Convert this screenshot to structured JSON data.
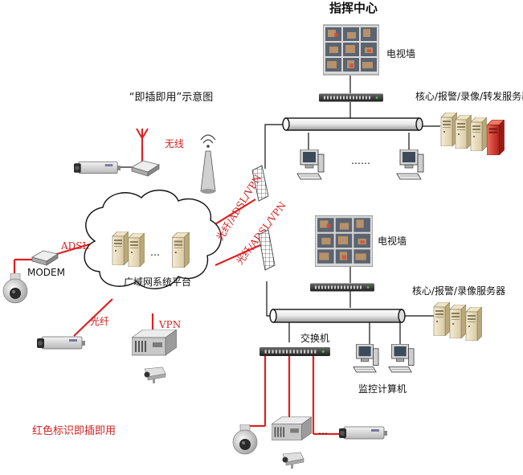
{
  "title": "指挥中心",
  "subtitle": "“即插即用”示意图",
  "legend_note": "红色标识即插即用",
  "labels": {
    "video_wall_top": "电视墙",
    "servers_top": "核心/报警/录像/转发服务器",
    "wireless": "无线",
    "link_top": "光纤/ADSL/VPN",
    "link_bottom": "光纤/ADSL/VPN",
    "cloud": "广域网系统平台",
    "adsl": "ADSL",
    "modem": "MODEM",
    "fiber": "光纤",
    "vpn": "VPN",
    "video_wall_bottom": "电视墙",
    "servers_bottom": "核心/报警/录像服务器",
    "switch": "交换机",
    "monitor_pc": "监控计算机",
    "ellipsis_top": "……",
    "ellipsis_cloud": "…",
    "ellipsis_bottom": "…"
  },
  "colors": {
    "plug_and_play": "#e02020",
    "wire": "#111111",
    "server_alert": "#d43a2a"
  },
  "icons": [
    "video-wall-icon",
    "rack-switch-icon",
    "server-icon",
    "workstation-icon",
    "firewall-icon",
    "camera-icon",
    "dome-camera-icon",
    "encoder-icon",
    "wireless-router-icon",
    "antenna-icon",
    "cloud-icon"
  ]
}
